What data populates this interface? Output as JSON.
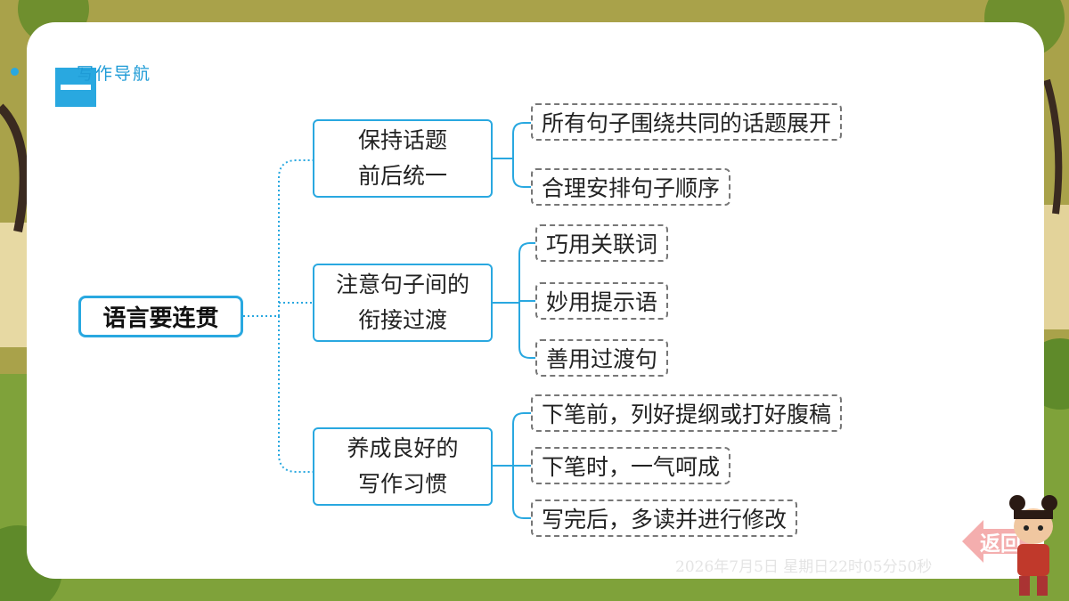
{
  "header": {
    "nav_label": "写作导航",
    "section_number_icon": "roman-numeral-one-icon"
  },
  "mindmap": {
    "root": "语言要连贯",
    "branches": [
      {
        "lines": [
          "保持话题",
          "前后统一"
        ],
        "leaves": [
          "所有句子围绕共同的话题展开",
          "合理安排句子顺序"
        ]
      },
      {
        "lines": [
          "注意句子间的",
          "衔接过渡"
        ],
        "leaves": [
          "巧用关联词",
          "妙用提示语",
          "善用过渡句"
        ]
      },
      {
        "lines": [
          "养成良好的",
          "写作习惯"
        ],
        "leaves": [
          "下笔前，列好提纲或打好腹稿",
          "下笔时，一气呵成",
          "写完后，多读并进行修改"
        ]
      }
    ]
  },
  "footer": {
    "timestamp": "2026年7月5日 星期日22时05分50秒",
    "back_label": "返回"
  },
  "colors": {
    "accent": "#29a8e0",
    "card": "#ffffff",
    "leaf_border": "#777777"
  }
}
